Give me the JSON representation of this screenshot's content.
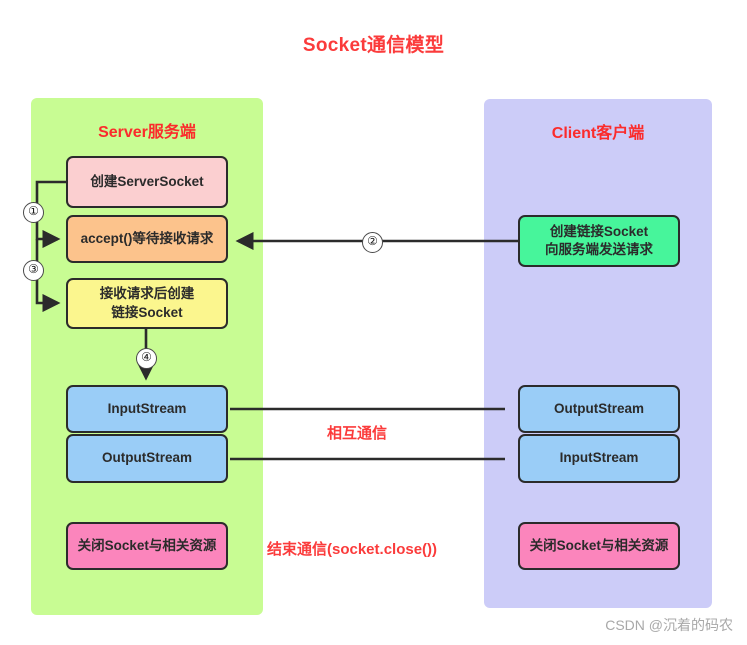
{
  "title": "Socket通信模型",
  "server_panel": {
    "title": "Server服务端",
    "bg_color": "#c8fc93",
    "boxes": [
      {
        "name": "create-serversocket",
        "label": "创建ServerSocket",
        "color": "#fbcfd0"
      },
      {
        "name": "accept-wait",
        "label": "accept()等待接收请求",
        "color": "#fcc38c"
      },
      {
        "name": "create-link-socket",
        "label_line1": "接收请求后创建",
        "label_line2": "链接Socket",
        "color": "#fbf68e"
      },
      {
        "name": "server-input-stream",
        "label": "InputStream",
        "color": "#9acdf7"
      },
      {
        "name": "server-output-stream",
        "label": "OutputStream",
        "color": "#9acdf7"
      },
      {
        "name": "server-close",
        "label": "关闭Socket与相关资源",
        "color": "#fb85bc"
      }
    ]
  },
  "client_panel": {
    "title": "Client客户端",
    "bg_color": "#ccccf8",
    "boxes": [
      {
        "name": "client-connect",
        "label_line1": "创建链接Socket",
        "label_line2": "向服务端发送请求",
        "color": "#47f59b"
      },
      {
        "name": "client-output-stream",
        "label": "OutputStream",
        "color": "#9acdf7"
      },
      {
        "name": "client-input-stream",
        "label": "InputStream",
        "color": "#9acdf7"
      },
      {
        "name": "client-close",
        "label": "关闭Socket与相关资源",
        "color": "#fb85bc"
      }
    ]
  },
  "step_markers": [
    {
      "name": "step-1",
      "label": "①"
    },
    {
      "name": "step-2",
      "label": "②"
    },
    {
      "name": "step-3",
      "label": "③"
    },
    {
      "name": "step-4",
      "label": "④"
    }
  ],
  "annotations": {
    "mutual_communication": "相互通信",
    "end_communication": "结束通信(socket.close())"
  },
  "watermark": "CSDN @沉着的码农",
  "colors": {
    "title_red": "#fb3b3b",
    "panel_title_red": "#fb2b2b",
    "stroke": "#2b2b2b",
    "watermark_gray": "#a8a8a8"
  }
}
